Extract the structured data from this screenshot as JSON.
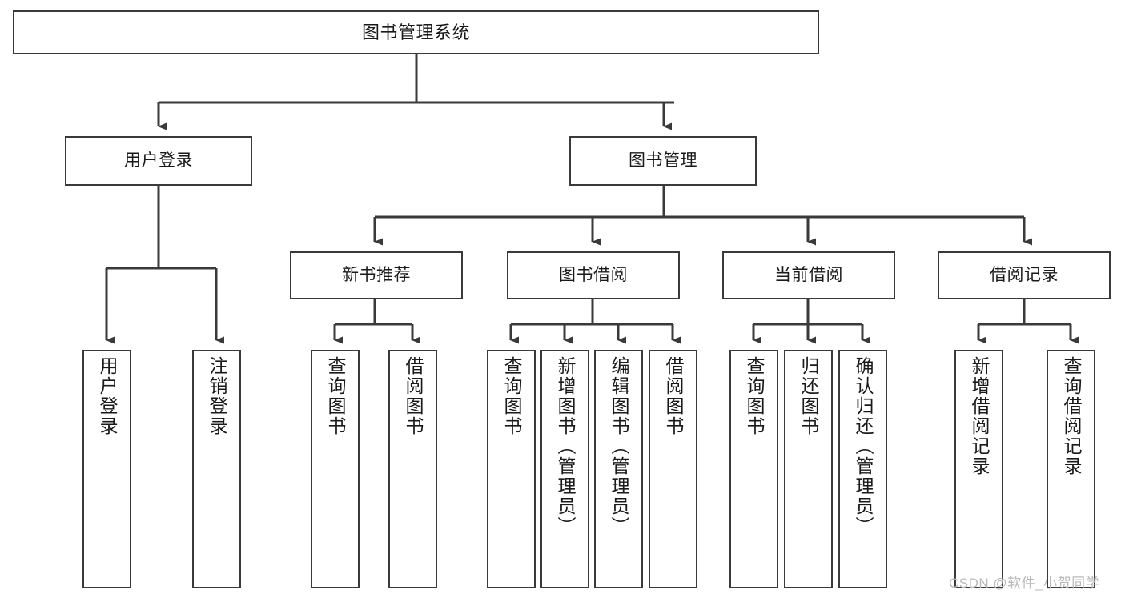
{
  "diagram": {
    "title": "图书管理系统",
    "type": "hierarchy-tree",
    "colors": {
      "background": "#ffffff",
      "node_border": "#3a3a3a",
      "node_fill": "#ffffff",
      "edge": "#3a3a3a",
      "text": "#1a1a1a",
      "watermark": "#b9b9b9"
    },
    "levels": {
      "root": "图书管理系统",
      "level2": [
        "用户登录",
        "图书管理"
      ],
      "level3": [
        "新书推荐",
        "图书借阅",
        "当前借阅",
        "借阅记录"
      ]
    },
    "nodes": {
      "root": {
        "label": "图书管理系统"
      },
      "user_login": {
        "label": "用户登录"
      },
      "book_manage": {
        "label": "图书管理"
      },
      "new_book_rec": {
        "label": "新书推荐"
      },
      "book_borrow": {
        "label": "图书借阅"
      },
      "current_borrow": {
        "label": "当前借阅"
      },
      "borrow_record": {
        "label": "借阅记录"
      },
      "leaf_user_login": {
        "label": "用户登录"
      },
      "leaf_logout": {
        "label": "注销登录"
      },
      "leaf_query_book_1": {
        "label": "查询图书"
      },
      "leaf_borrow_book_1": {
        "label": "借阅图书"
      },
      "leaf_query_book_2": {
        "label": "查询图书"
      },
      "leaf_add_book_admin": {
        "label": "新增图书（管理员）"
      },
      "leaf_edit_book_admin": {
        "label": "编辑图书（管理员）"
      },
      "leaf_borrow_book_2": {
        "label": "借阅图书"
      },
      "leaf_query_book_3": {
        "label": "查询图书"
      },
      "leaf_return_book": {
        "label": "归还图书"
      },
      "leaf_confirm_return_admin": {
        "label": "确认归还（管理员）"
      },
      "leaf_add_record": {
        "label": "新增借阅记录"
      },
      "leaf_query_record": {
        "label": "查询借阅记录"
      }
    },
    "edges": [
      {
        "from": "root",
        "to": "user_login"
      },
      {
        "from": "root",
        "to": "book_manage"
      },
      {
        "from": "user_login",
        "to": "leaf_user_login"
      },
      {
        "from": "user_login",
        "to": "leaf_logout"
      },
      {
        "from": "book_manage",
        "to": "new_book_rec"
      },
      {
        "from": "book_manage",
        "to": "book_borrow"
      },
      {
        "from": "book_manage",
        "to": "current_borrow"
      },
      {
        "from": "book_manage",
        "to": "borrow_record"
      },
      {
        "from": "new_book_rec",
        "to": "leaf_query_book_1"
      },
      {
        "from": "new_book_rec",
        "to": "leaf_borrow_book_1"
      },
      {
        "from": "book_borrow",
        "to": "leaf_query_book_2"
      },
      {
        "from": "book_borrow",
        "to": "leaf_add_book_admin"
      },
      {
        "from": "book_borrow",
        "to": "leaf_edit_book_admin"
      },
      {
        "from": "book_borrow",
        "to": "leaf_borrow_book_2"
      },
      {
        "from": "current_borrow",
        "to": "leaf_query_book_3"
      },
      {
        "from": "current_borrow",
        "to": "leaf_return_book"
      },
      {
        "from": "current_borrow",
        "to": "leaf_confirm_return_admin"
      },
      {
        "from": "borrow_record",
        "to": "leaf_add_record"
      },
      {
        "from": "borrow_record",
        "to": "leaf_query_record"
      }
    ]
  },
  "watermark": {
    "text": "CSDN @软件_小贺同学"
  }
}
